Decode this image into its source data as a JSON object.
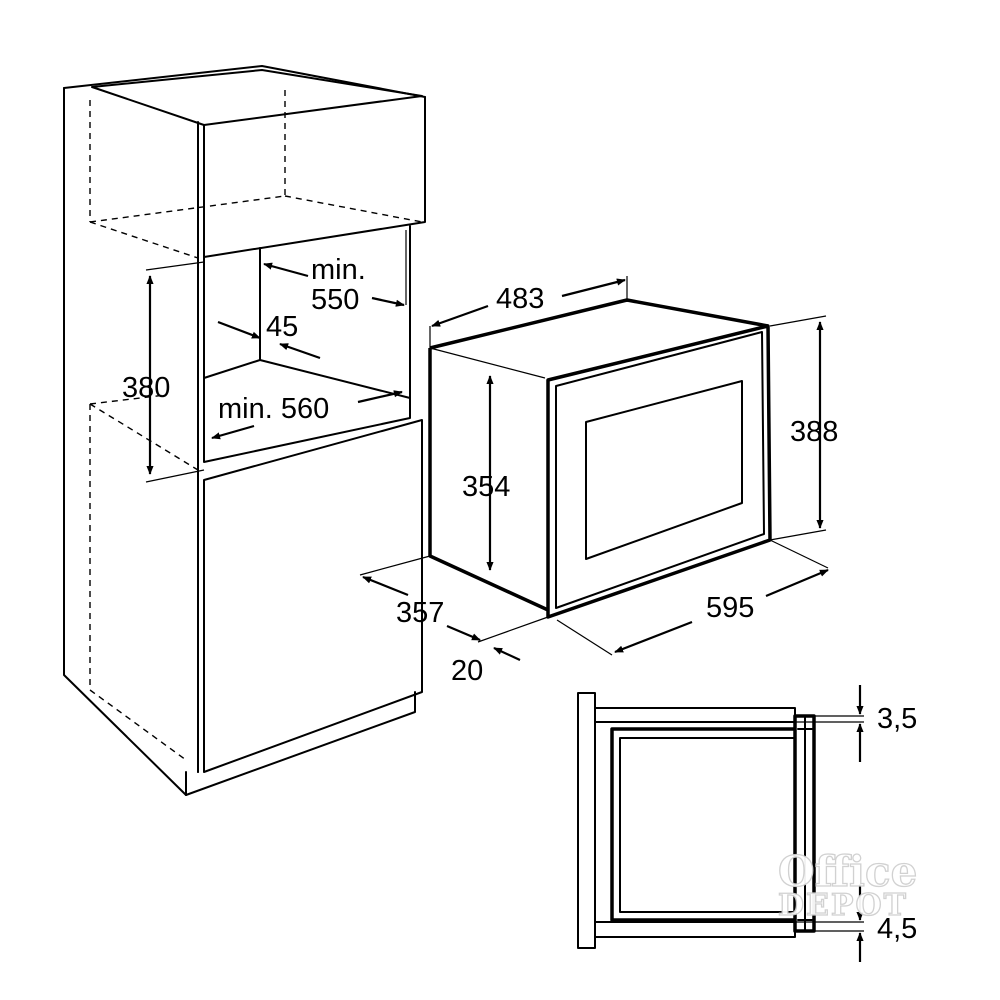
{
  "dimensions": {
    "niche_min_width_label": "min.",
    "niche_min_width_value": "550",
    "niche_offset": "45",
    "niche_height": "380",
    "niche_min_depth": "min. 560",
    "appliance_depth_top": "483",
    "appliance_body_height": "354",
    "appliance_front_height": "388",
    "appliance_depth_side": "357",
    "front_panel_thickness": "20",
    "appliance_width": "595",
    "top_gap": "3,5",
    "bottom_gap": "4,5"
  },
  "watermark": {
    "line1": "Office",
    "line2": "DEPOT"
  }
}
